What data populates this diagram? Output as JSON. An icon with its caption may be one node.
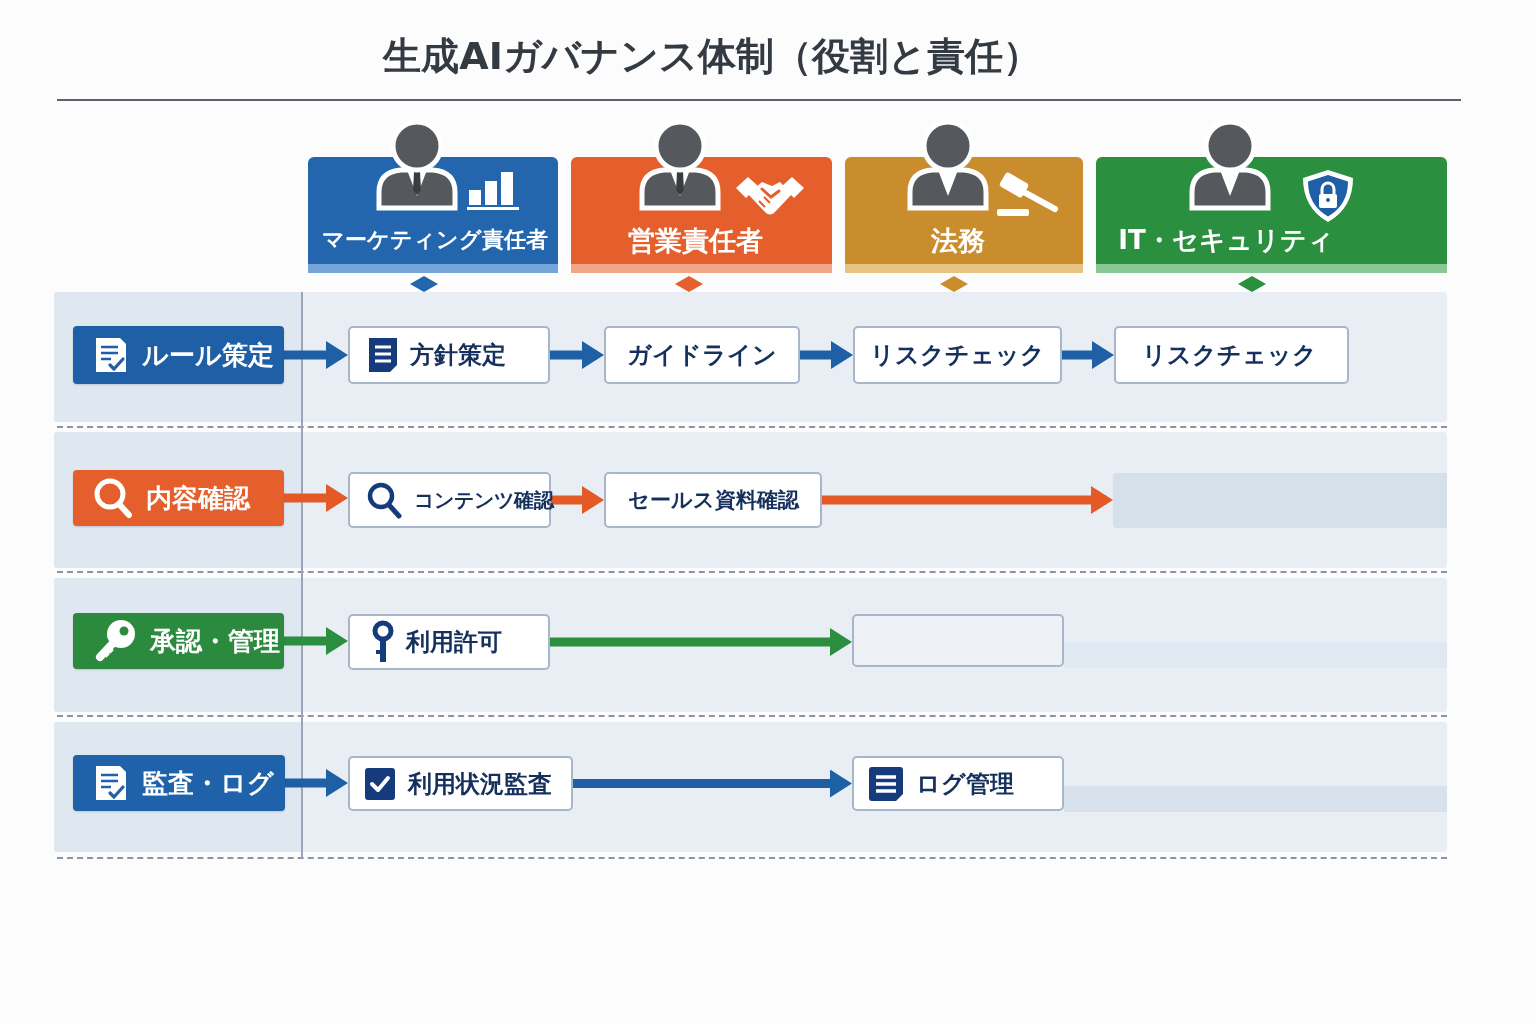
{
  "diagram": {
    "title": "生成AIガバナンス体制（役割と責任）",
    "nodes": [
      {
        "text": [
          "マーケティング責任者"
        ]
      },
      {
        "text": [
          "営業責任者"
        ]
      },
      {
        "text": [
          "法務"
        ]
      },
      {
        "text": [
          "IT・セキュリティ"
        ]
      },
      {
        "text": [
          "ルール策定"
        ]
      },
      {
        "text": [
          "方針策定"
        ]
      },
      {
        "text": [
          "ガイドライン"
        ]
      },
      {
        "text": [
          "リスクチェック"
        ]
      },
      {
        "text": [
          "リスクチェック"
        ]
      },
      {
        "text": [
          "内容確認"
        ]
      },
      {
        "text": [
          "コンテンツ確認"
        ]
      },
      {
        "text": [
          "セールス資料確認"
        ]
      },
      {
        "text": [],
        "shape": "box"
      },
      {
        "text": [
          "承認・管理"
        ]
      },
      {
        "text": [
          "利用許可"
        ]
      },
      {
        "text": [],
        "shape": "box"
      },
      {
        "text": [
          "監査・ログ"
        ]
      },
      {
        "text": [
          "利用状況監査"
        ]
      },
      {
        "text": [
          "ログ管理"
        ]
      }
    ],
    "edges": [
      {
        "from": 4,
        "to": 5,
        "arrow": "to"
      },
      {
        "from": 5,
        "to": 6,
        "arrow": "to"
      },
      {
        "from": 6,
        "to": 7,
        "arrow": "to"
      },
      {
        "from": 7,
        "to": 8,
        "arrow": "to"
      },
      {
        "from": 9,
        "to": 10,
        "arrow": "to",
        "color": "#e35a26"
      },
      {
        "from": 10,
        "to": 11,
        "arrow": "to",
        "color": "#e35a26"
      },
      {
        "from": 11,
        "to": 12,
        "arrow": "to",
        "color": "#e35a26"
      },
      {
        "from": 13,
        "to": 14,
        "arrow": "to",
        "color": "#2b8f3f"
      },
      {
        "from": 14,
        "to": 15,
        "arrow": "to",
        "color": "#2b8f3f"
      },
      {
        "from": 16,
        "to": 17,
        "arrow": "to"
      },
      {
        "from": 17,
        "to": 18,
        "arrow": "to"
      }
    ]
  }
}
